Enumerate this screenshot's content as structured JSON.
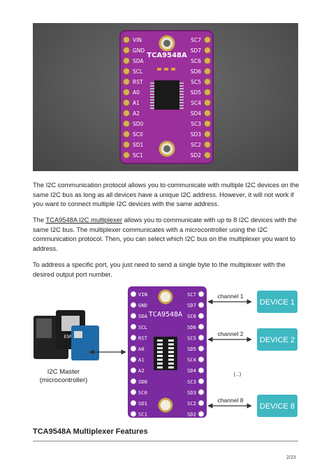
{
  "board": {
    "title": "TCA9548A",
    "left_pins": [
      "VIN",
      "GND",
      "SDA",
      "SCL",
      "RST",
      "A0",
      "A1",
      "A2",
      "SD0",
      "SC0",
      "SD1",
      "SC1"
    ],
    "right_pins": [
      "SC7",
      "SD7",
      "SC6",
      "SD6",
      "SC5",
      "SD5",
      "SC4",
      "SD4",
      "SC3",
      "SD3",
      "SC2",
      "SD2"
    ]
  },
  "paragraphs": {
    "p1": "The I2C communication protocol allows you to communicate with multiple I2C devices on the same I2C bus as long as all devices have a unique I2C address. However, it will not work if you want to connect multiple I2C devices with the same address.",
    "p2_prefix": "The ",
    "p2_link": "TCA9548A I2C multiplexer",
    "p2_rest": " allows you to communicate with up to 8 I2C devices with the same I2C bus. The multiplexer communicates with a microcontroller using the I2C communication protocol. Then, you can select which I2C bus on the multiplexer you want to address.",
    "p3": "To address a specific port, you just need to send a single byte to the multiplexer with the desired output port number."
  },
  "diagram": {
    "master_label_1": "I2C Master",
    "master_label_2": "(microcontroller)",
    "esp_label": "ESP32",
    "devices": [
      {
        "channel": "channel 1",
        "device": "DEVICE 1"
      },
      {
        "channel": "channel 2",
        "device": "DEVICE 2"
      },
      {
        "channel": "channel 8",
        "device": "DEVICE 8"
      }
    ],
    "ellipsis": "(...)",
    "device_color": "#3fb8c2",
    "board_color": "#7b2aa0"
  },
  "section_heading": "TCA9548A Multiplexer Features",
  "page_number": "2/23"
}
